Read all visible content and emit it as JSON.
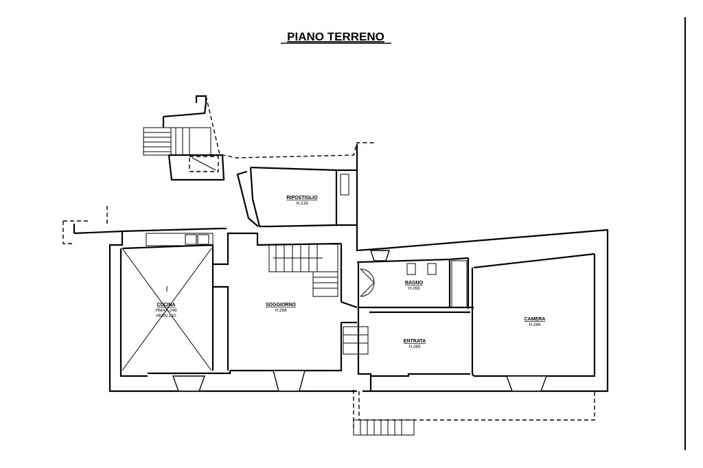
{
  "title": "PIANO TERRENO",
  "rooms": {
    "ripostiglio": {
      "name": "RIPOSTIGLIO",
      "height": "H.218"
    },
    "cucina": {
      "name": "CUCINA",
      "hmax": "HMAX.248",
      "hmin": "HMIN.210"
    },
    "soggiorno": {
      "name": "SOGGIORNO",
      "height": "H.268"
    },
    "bagno": {
      "name": "BAGNO",
      "height": "H.265"
    },
    "entrata": {
      "name": "ENTRATA",
      "height": "H.265"
    },
    "camera": {
      "name": "CAMERA",
      "height": "H.266"
    }
  }
}
